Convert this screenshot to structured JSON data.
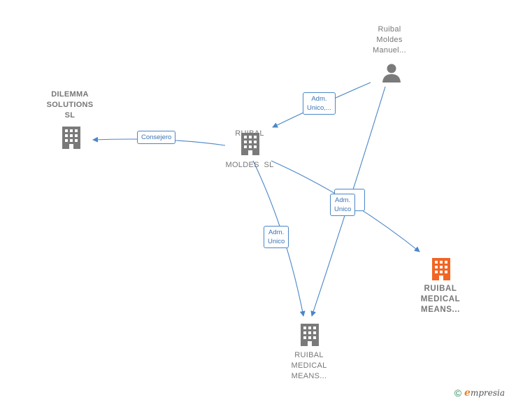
{
  "nodes": {
    "ruibal_moldes_manuel": {
      "label": [
        "Ruibal",
        "Moldes",
        "Manuel..."
      ],
      "type": "person"
    },
    "dilemma_solutions": {
      "label": [
        "DILEMMA",
        "SOLUTIONS",
        "SL"
      ],
      "type": "company"
    },
    "ruibal_moldes_sl": {
      "label": [
        "RUIBAL",
        "MOLDES  SL"
      ],
      "type": "company"
    },
    "ruibal_medical_right": {
      "label": [
        "RUIBAL",
        "MEDICAL",
        "MEANS..."
      ],
      "type": "company-highlight"
    },
    "ruibal_medical_bottom": {
      "label": [
        "RUIBAL",
        "MEDICAL",
        "MEANS..."
      ],
      "type": "company"
    }
  },
  "edges": {
    "adm_unico_top": {
      "label": [
        "Adm.",
        "Unico,..."
      ]
    },
    "consejero": {
      "label": [
        "Consejero"
      ]
    },
    "adm_unico_left": {
      "label": [
        "Adm.",
        "Unico"
      ]
    },
    "adm_unico_mid": {
      "label": [
        "Adm.",
        "Unico"
      ]
    }
  },
  "colors": {
    "edge": "#4a86c8",
    "icon": "#7a7a7a",
    "highlight": "#f26522"
  },
  "footer": {
    "copyright": "©",
    "brand_first": "e",
    "brand_rest": "mpresia"
  }
}
